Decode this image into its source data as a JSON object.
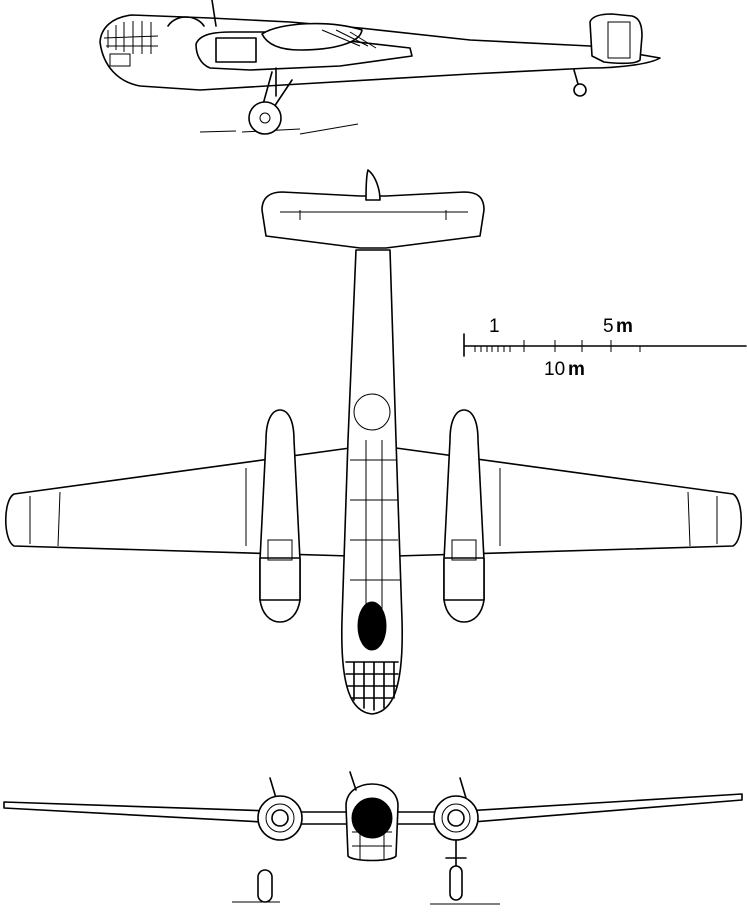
{
  "scale_bar": {
    "label_1": "1",
    "label_5": "5",
    "label_10": "10",
    "unit_top": "m",
    "unit_bottom": "m"
  }
}
